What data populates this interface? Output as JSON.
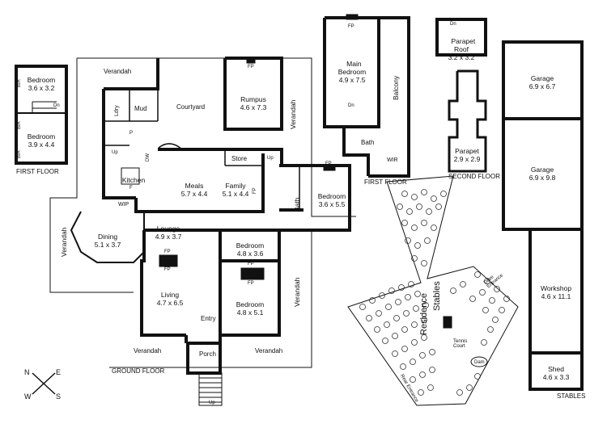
{
  "floors": {
    "ground": "GROUND FLOOR",
    "first_left": "FIRST FLOOR",
    "first_right": "FIRST FLOOR",
    "second": "SECOND FLOOR",
    "stables": "STABLES"
  },
  "rooms": {
    "bed_fl_top": {
      "name": "Bedroom",
      "dim": "3.6 x 3.2"
    },
    "bed_fl_bot": {
      "name": "Bedroom",
      "dim": "3.9 x 4.4"
    },
    "rumpus": {
      "name": "Rumpus",
      "dim": "4.6 x 7.3"
    },
    "meals": {
      "name": "Meals",
      "dim": "5.7 x 4.4"
    },
    "family": {
      "name": "Family",
      "dim": "5.1 x 4.4"
    },
    "kitchen": {
      "name": "Kitchen"
    },
    "dining": {
      "name": "Dining",
      "dim": "5.1 x 3.7"
    },
    "lounge": {
      "name": "Lounge",
      "dim": "4.9 x 3.7"
    },
    "bed_g1": {
      "name": "Bedroom",
      "dim": "4.8 x 3.6"
    },
    "bed_g2": {
      "name": "Bedroom",
      "dim": "4.8 x 5.1"
    },
    "living": {
      "name": "Living",
      "dim": "4.7 x 6.5"
    },
    "bed_g3": {
      "name": "Bedroom",
      "dim": "3.6 x 5.5"
    },
    "main_bed": {
      "name": "Main\nBedroom",
      "dim": "4.9 x 7.5"
    },
    "parapet_roof": {
      "name": "Parapet\nRoof",
      "dim": "3.2 x 3.2"
    },
    "parapet": {
      "name": "Parapet",
      "dim": "2.9 x 2.9"
    },
    "garage1": {
      "name": "Garage",
      "dim": "6.9 x 6.7"
    },
    "garage2": {
      "name": "Garage",
      "dim": "6.9 x 9.8"
    },
    "workshop": {
      "name": "Workshop",
      "dim": "4.6 x 11.1"
    },
    "shed": {
      "name": "Shed",
      "dim": "4.6 x 3.3"
    }
  },
  "small_labels": {
    "verandah": "Verandah",
    "courtyard": "Courtyard",
    "mud": "Mud",
    "ldry": "Ldry",
    "store": "Store",
    "wip": "WIP",
    "entry": "Entry",
    "porch": "Porch",
    "bath": "Bath",
    "balcony": "Balcony",
    "wir": "WIR",
    "fp": "FP",
    "up": "Up",
    "dn": "Dn",
    "bir": "BIR",
    "dw": "DW",
    "p": "P",
    "f": "F"
  },
  "site": {
    "residence": "Residence",
    "stables": "Stables",
    "tennis": "Tennis\nCourt",
    "dam": "Dam",
    "drive": "Drive\nEntrance",
    "rear_entrance": "Rear Entrance"
  },
  "compass": {
    "n": "N",
    "e": "E",
    "w": "W",
    "s": "S"
  }
}
